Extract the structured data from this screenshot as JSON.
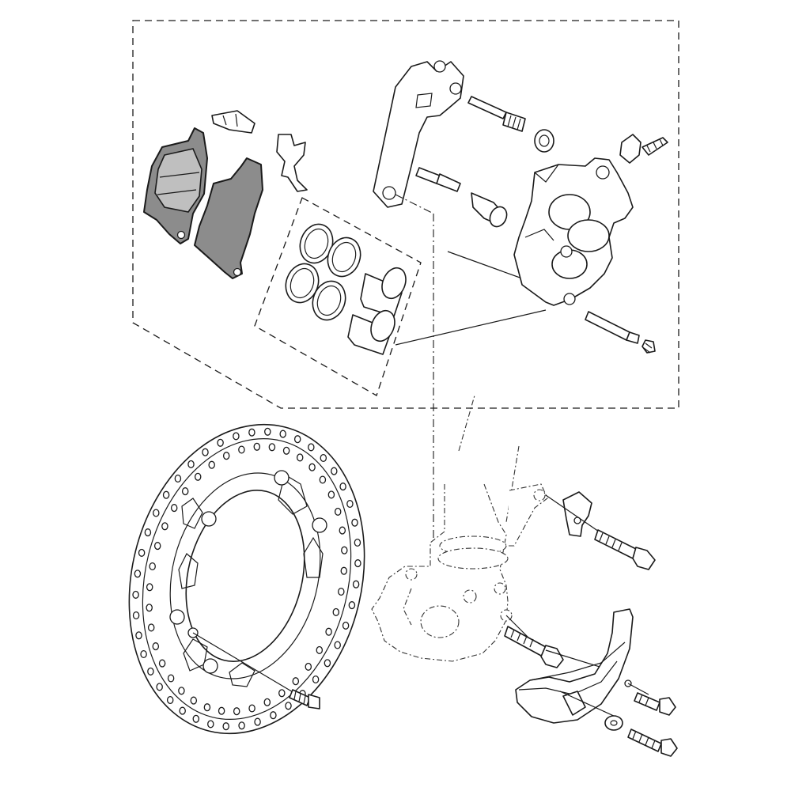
{
  "diagram": {
    "type": "exploded-parts-view",
    "parts": [
      {
        "id": "caliper-assembly-group",
        "icon": "dashed-group-outline"
      },
      {
        "id": "brake-pad-inner",
        "icon": "brake-pad-icon",
        "color": "#8c8c8c"
      },
      {
        "id": "brake-pad-outer",
        "icon": "brake-pad-icon",
        "color": "#8c8c8c"
      },
      {
        "id": "pad-spring-clip",
        "icon": "clip-icon"
      },
      {
        "id": "pad-support-spring",
        "icon": "spring-plate-icon"
      },
      {
        "id": "seal-kit-group",
        "icon": "dashed-group-outline"
      },
      {
        "id": "piston-seal",
        "icon": "o-ring-icon"
      },
      {
        "id": "piston",
        "icon": "piston-icon"
      },
      {
        "id": "caliper-bracket",
        "icon": "bracket-icon"
      },
      {
        "id": "caliper-body",
        "icon": "caliper-icon"
      },
      {
        "id": "slide-pin",
        "icon": "pin-icon"
      },
      {
        "id": "bleed-screw",
        "icon": "screw-icon"
      },
      {
        "id": "brake-disc",
        "icon": "disc-icon"
      },
      {
        "id": "disc-bolt",
        "icon": "bolt-icon"
      },
      {
        "id": "front-fork-leg",
        "icon": "fork-icon"
      },
      {
        "id": "disc-guard",
        "icon": "guard-icon"
      },
      {
        "id": "hose-holder",
        "icon": "holder-icon"
      },
      {
        "id": "flange-bolt",
        "icon": "bolt-icon"
      },
      {
        "id": "washer",
        "icon": "washer-icon"
      }
    ]
  }
}
